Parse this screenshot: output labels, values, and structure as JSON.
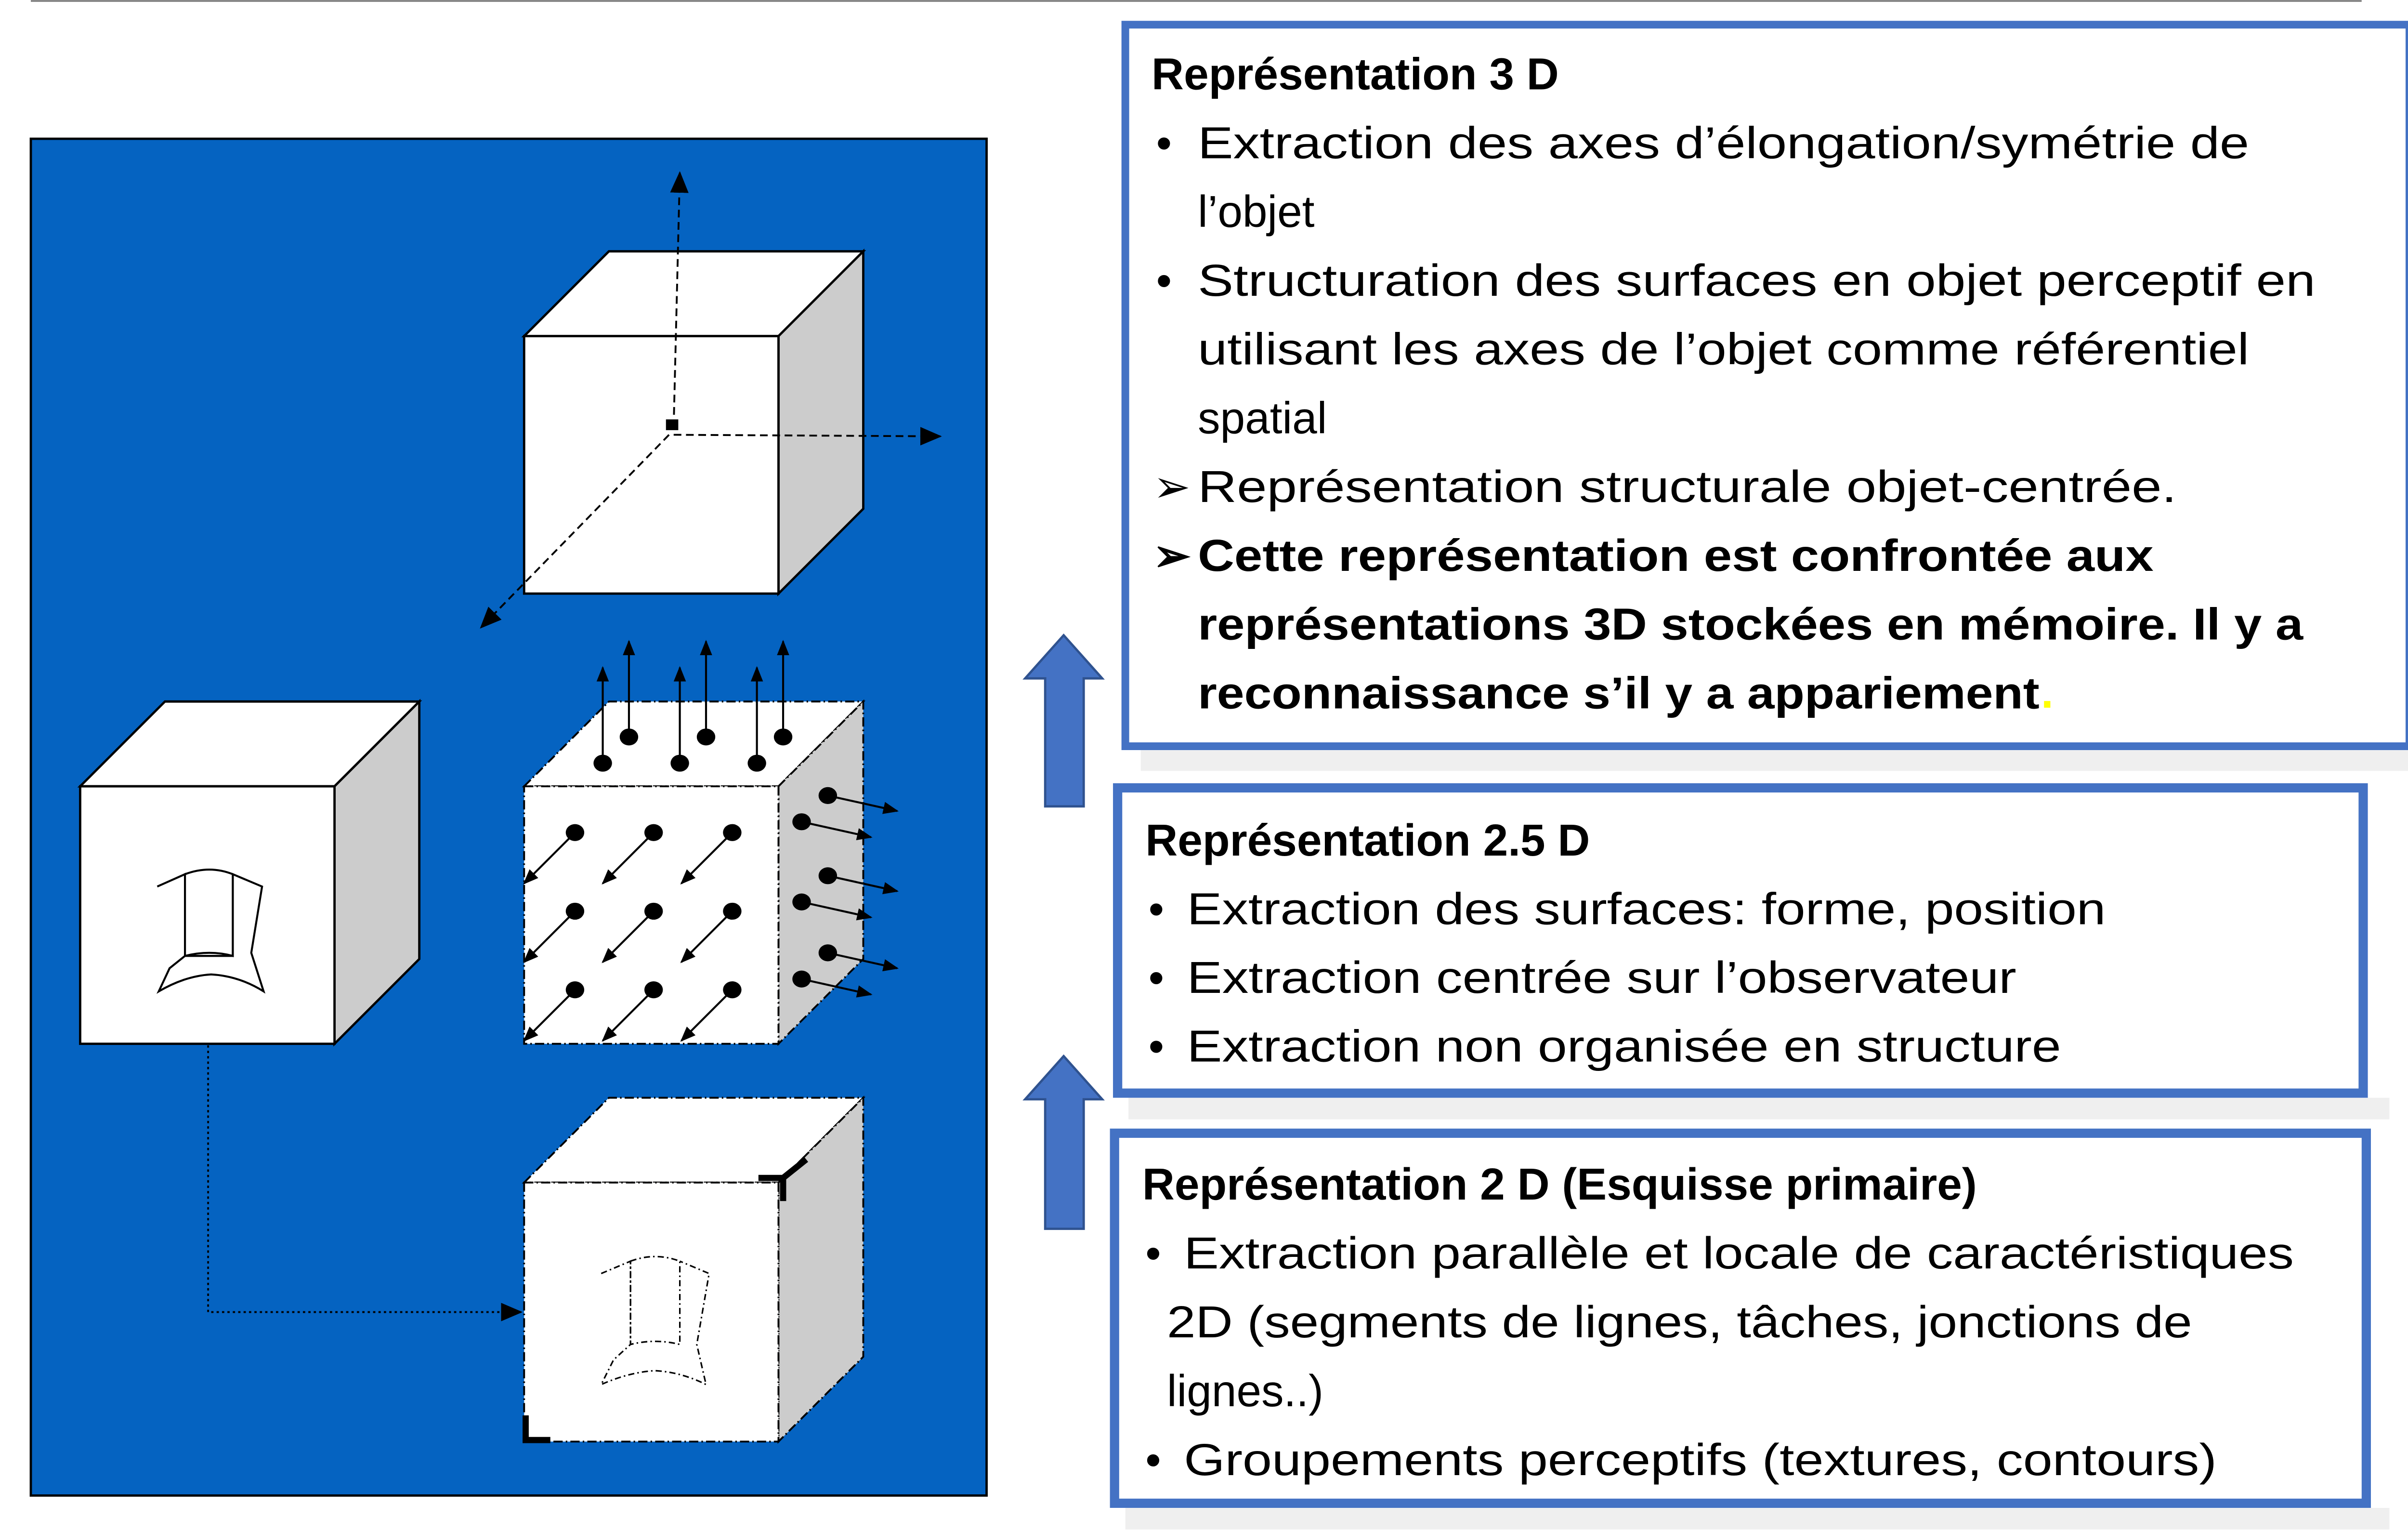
{
  "colors": {
    "panel": "#0563C1",
    "box_border": "#4472C4",
    "arrow": "#4472C4",
    "cube_side": "#CCCCCC",
    "period_highlight": "#FFFF00"
  },
  "box_3d": {
    "title": "Représentation 3 D",
    "lines": [
      {
        "marker": "•",
        "text": " Extraction des axes d’élongation/symétrie de"
      },
      {
        "marker": "",
        "text": "l’objet"
      },
      {
        "marker": "•",
        "text": " Structuration des surfaces en objet perceptif en"
      },
      {
        "marker": "",
        "text": "utilisant les axes de l’objet comme référentiel"
      },
      {
        "marker": "",
        "text": "spatial"
      },
      {
        "marker": "➢",
        "text": " Représentation structurale objet-centrée."
      },
      {
        "marker": "➢",
        "text": " Cette représentation est confrontée aux"
      },
      {
        "marker": "",
        "text": "représentations 3D stockées en mémoire. Il y a"
      },
      {
        "marker": "",
        "text": "reconnaissance s’il y a appariement"
      }
    ],
    "final_period": "."
  },
  "box_25d": {
    "title": "Représentation 2.5 D",
    "lines": [
      {
        "marker": "•",
        "text": "Extraction des surfaces: forme, position"
      },
      {
        "marker": "•",
        "text": "Extraction centrée sur l’observateur"
      },
      {
        "marker": "•",
        "text": "Extraction non organisée en structure"
      }
    ]
  },
  "box_2d": {
    "title": "Représentation 2 D (Esquisse primaire)",
    "lines": [
      {
        "marker": "•",
        "text": "Extraction parallèle et locale de caractéristiques"
      },
      {
        "marker": "",
        "text": "2D (segments de lignes, tâches, jonctions de"
      },
      {
        "marker": "",
        "text": "lignes..)"
      },
      {
        "marker": "•",
        "text": "Groupements perceptifs (textures, contours)"
      }
    ]
  }
}
